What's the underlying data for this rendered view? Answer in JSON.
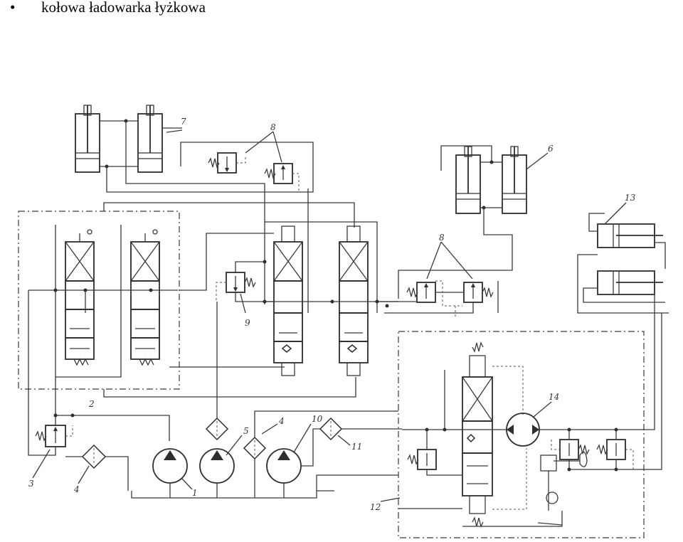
{
  "heading": {
    "bullet": "•",
    "text": "kołowa ładowarka łyżkowa"
  },
  "labels": {
    "pump_main": "1",
    "valve_block_2": "2",
    "relief_valve_3": "3",
    "filter_4a": "4",
    "filter_4b": "4",
    "filter_5": "5",
    "cylinder_6": "6",
    "cylinder_7": "7",
    "shock_valves_8a": "8",
    "shock_valves_8b": "8",
    "valve_9": "9",
    "pump_10": "10",
    "filter_11": "11",
    "steering_block_12": "12",
    "cylinder_13": "13",
    "motor_14": "14"
  }
}
